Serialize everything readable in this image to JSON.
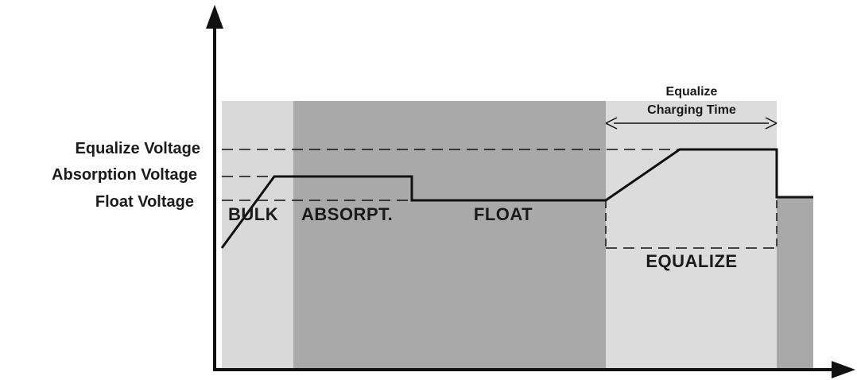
{
  "voltage_labels": {
    "equalize": "Equalize Voltage",
    "absorption": "Absorption Voltage",
    "float": "Float Voltage"
  },
  "stage_labels": {
    "bulk": "BULK",
    "absorpt": "ABSORPT.",
    "float": "FLOAT",
    "equalize": "EQUALIZE"
  },
  "equalize_time": {
    "line1": "Equalize",
    "line2": "Charging Time"
  },
  "colors": {
    "bulk_region": "#d9d9d9",
    "main_region": "#a9a9a9",
    "equalize_region": "#dcdcdc",
    "tail_region": "#a9a9a9",
    "line": "#111111"
  }
}
